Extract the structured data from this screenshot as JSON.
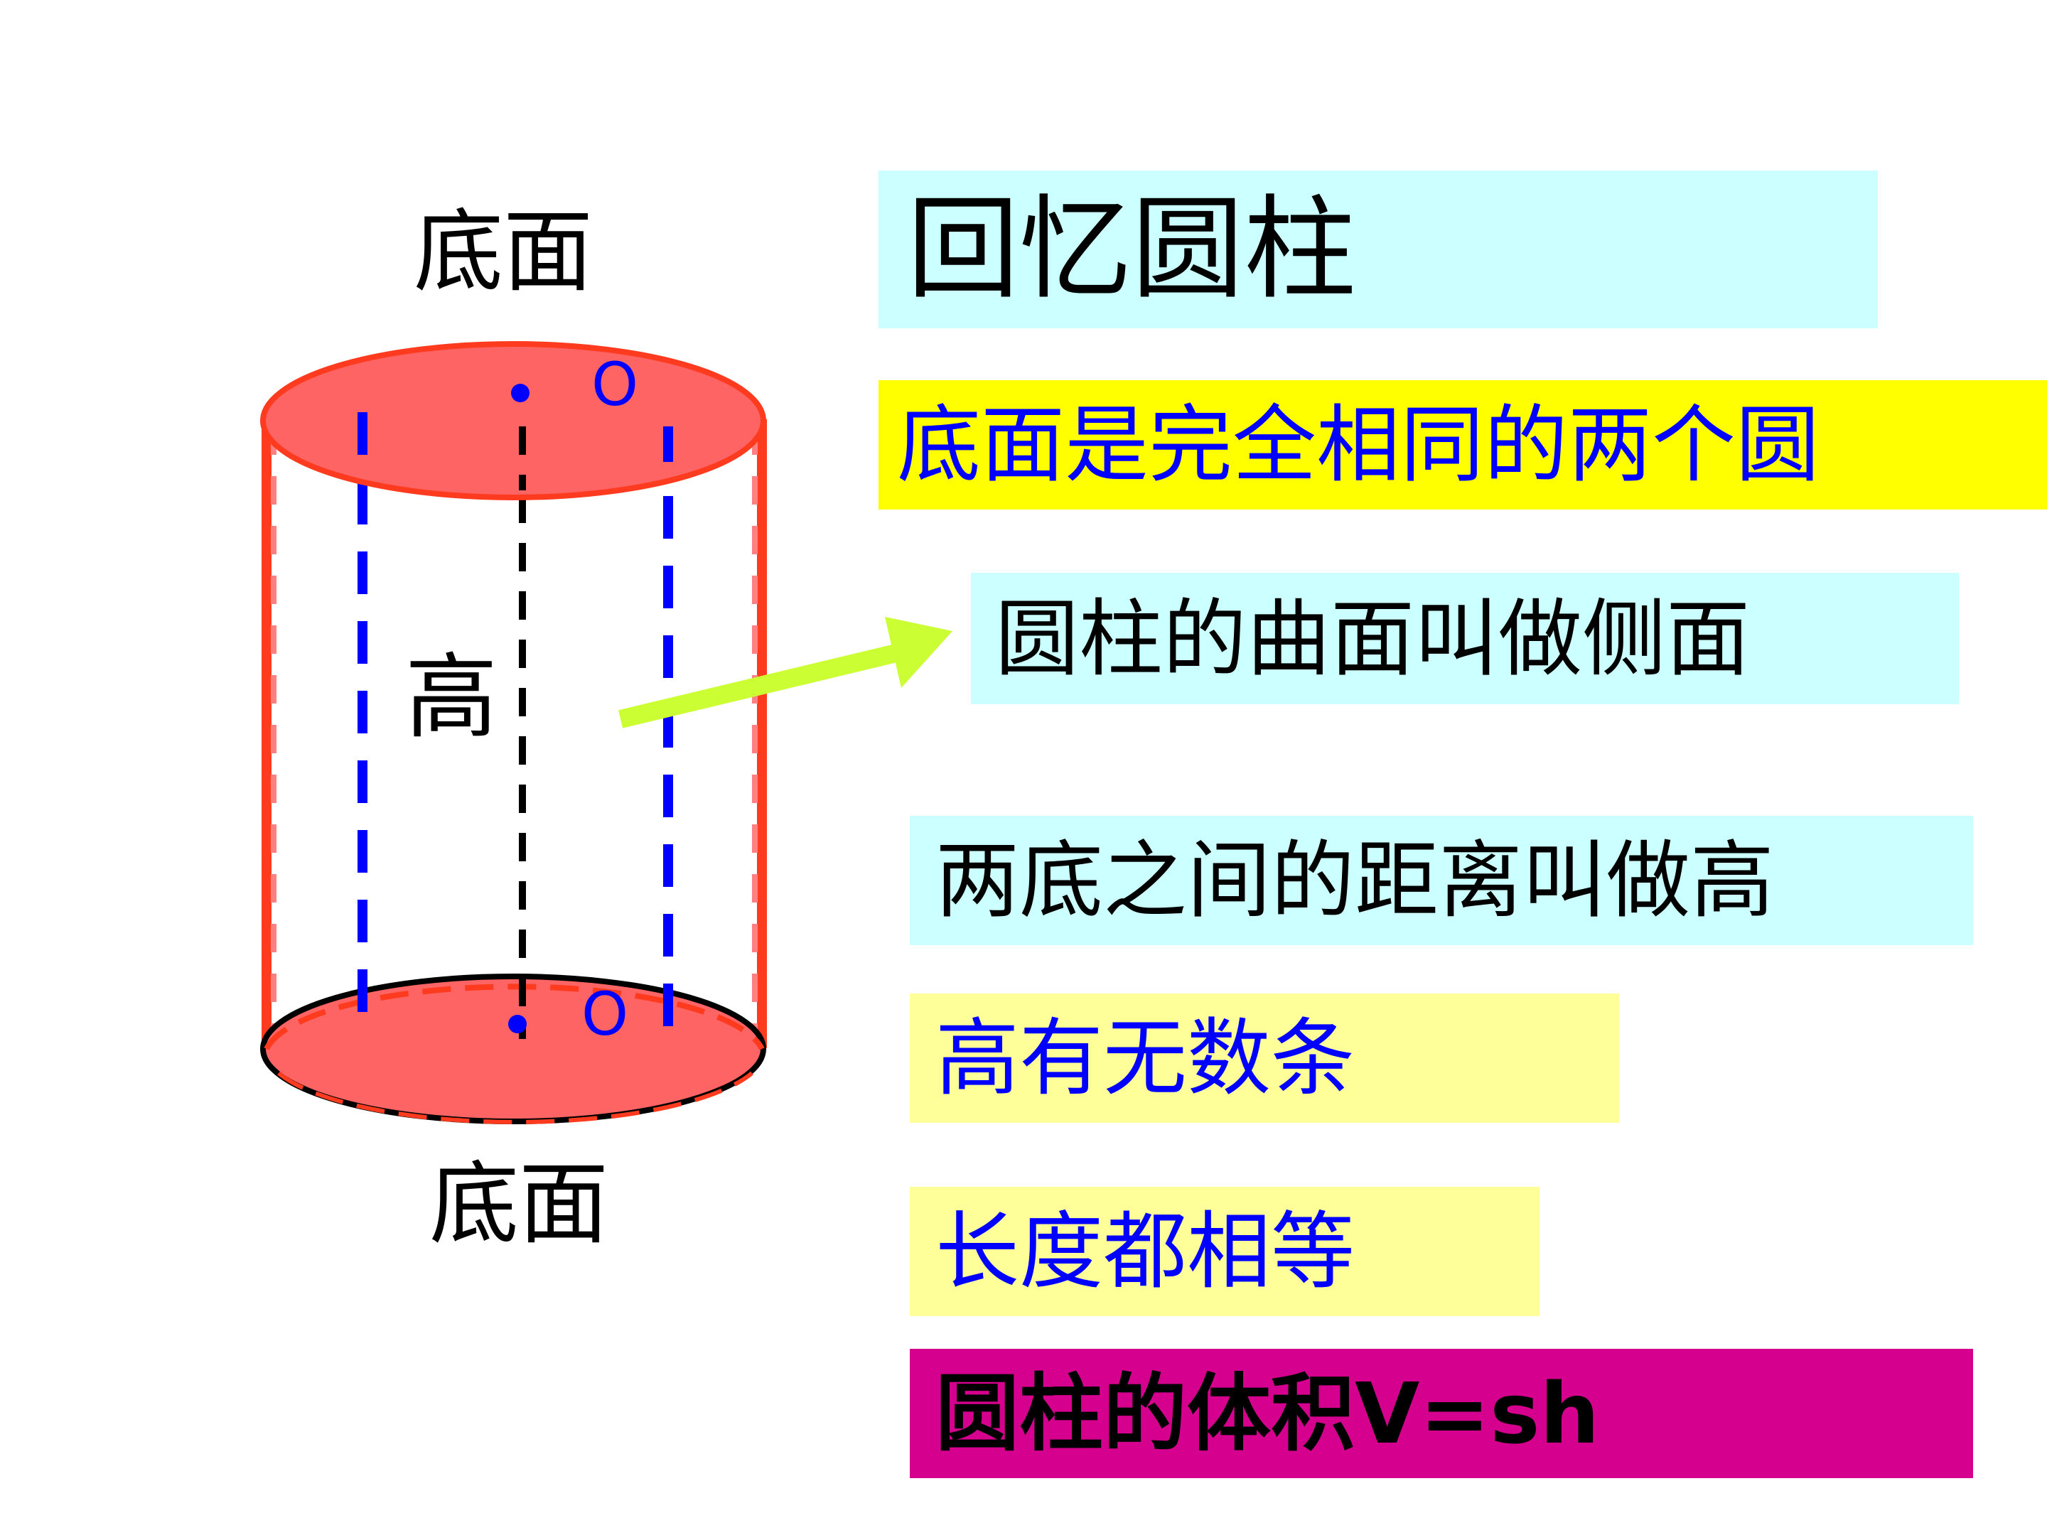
{
  "diagram": {
    "labels": {
      "top_base": "底面",
      "bottom_base": "底面",
      "height": "高",
      "top_center": "O",
      "bottom_center": "O"
    }
  },
  "boxes": {
    "title": "回忆圆柱",
    "fact_bases": "底面是完全相同的两个圆",
    "fact_side": "圆柱的曲面叫做侧面",
    "fact_height": "两底之间的距离叫做高",
    "fact_infinite": "高有无数条",
    "fact_equal": "长度都相等",
    "fact_volume": "圆柱的体积V=sh"
  },
  "colors": {
    "light_cyan": "#ccffff",
    "yellow": "#ffff00",
    "light_yellow": "#ffff99",
    "magenta": "#d6008f",
    "base_fill": "#ff6464",
    "base_stroke": "#ff3b1f",
    "blue_text": "#0000ff",
    "arrow": "#ccff33"
  }
}
